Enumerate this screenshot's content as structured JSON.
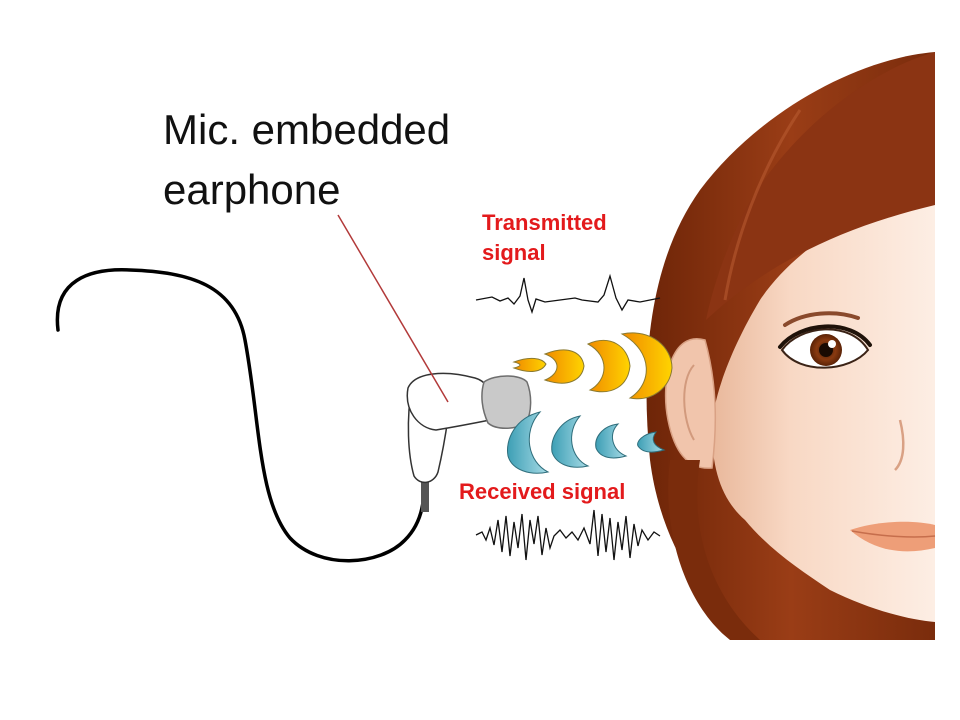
{
  "diagram": {
    "earphone_label": [
      "Mic. embedded",
      "earphone"
    ],
    "transmitted_label": [
      "Transmitted",
      "signal"
    ],
    "received_label": "Received signal"
  },
  "colors": {
    "label_red": "#e31a1c",
    "hair": "#8b3413",
    "skin": "#fbe3d3",
    "transmit_wave": "#f7b70a",
    "receive_wave": "#6ab8c8",
    "pointer_line": "#b23a3a"
  },
  "icons": {
    "earphone": "earphone-icon",
    "face": "woman-face-illustration"
  }
}
